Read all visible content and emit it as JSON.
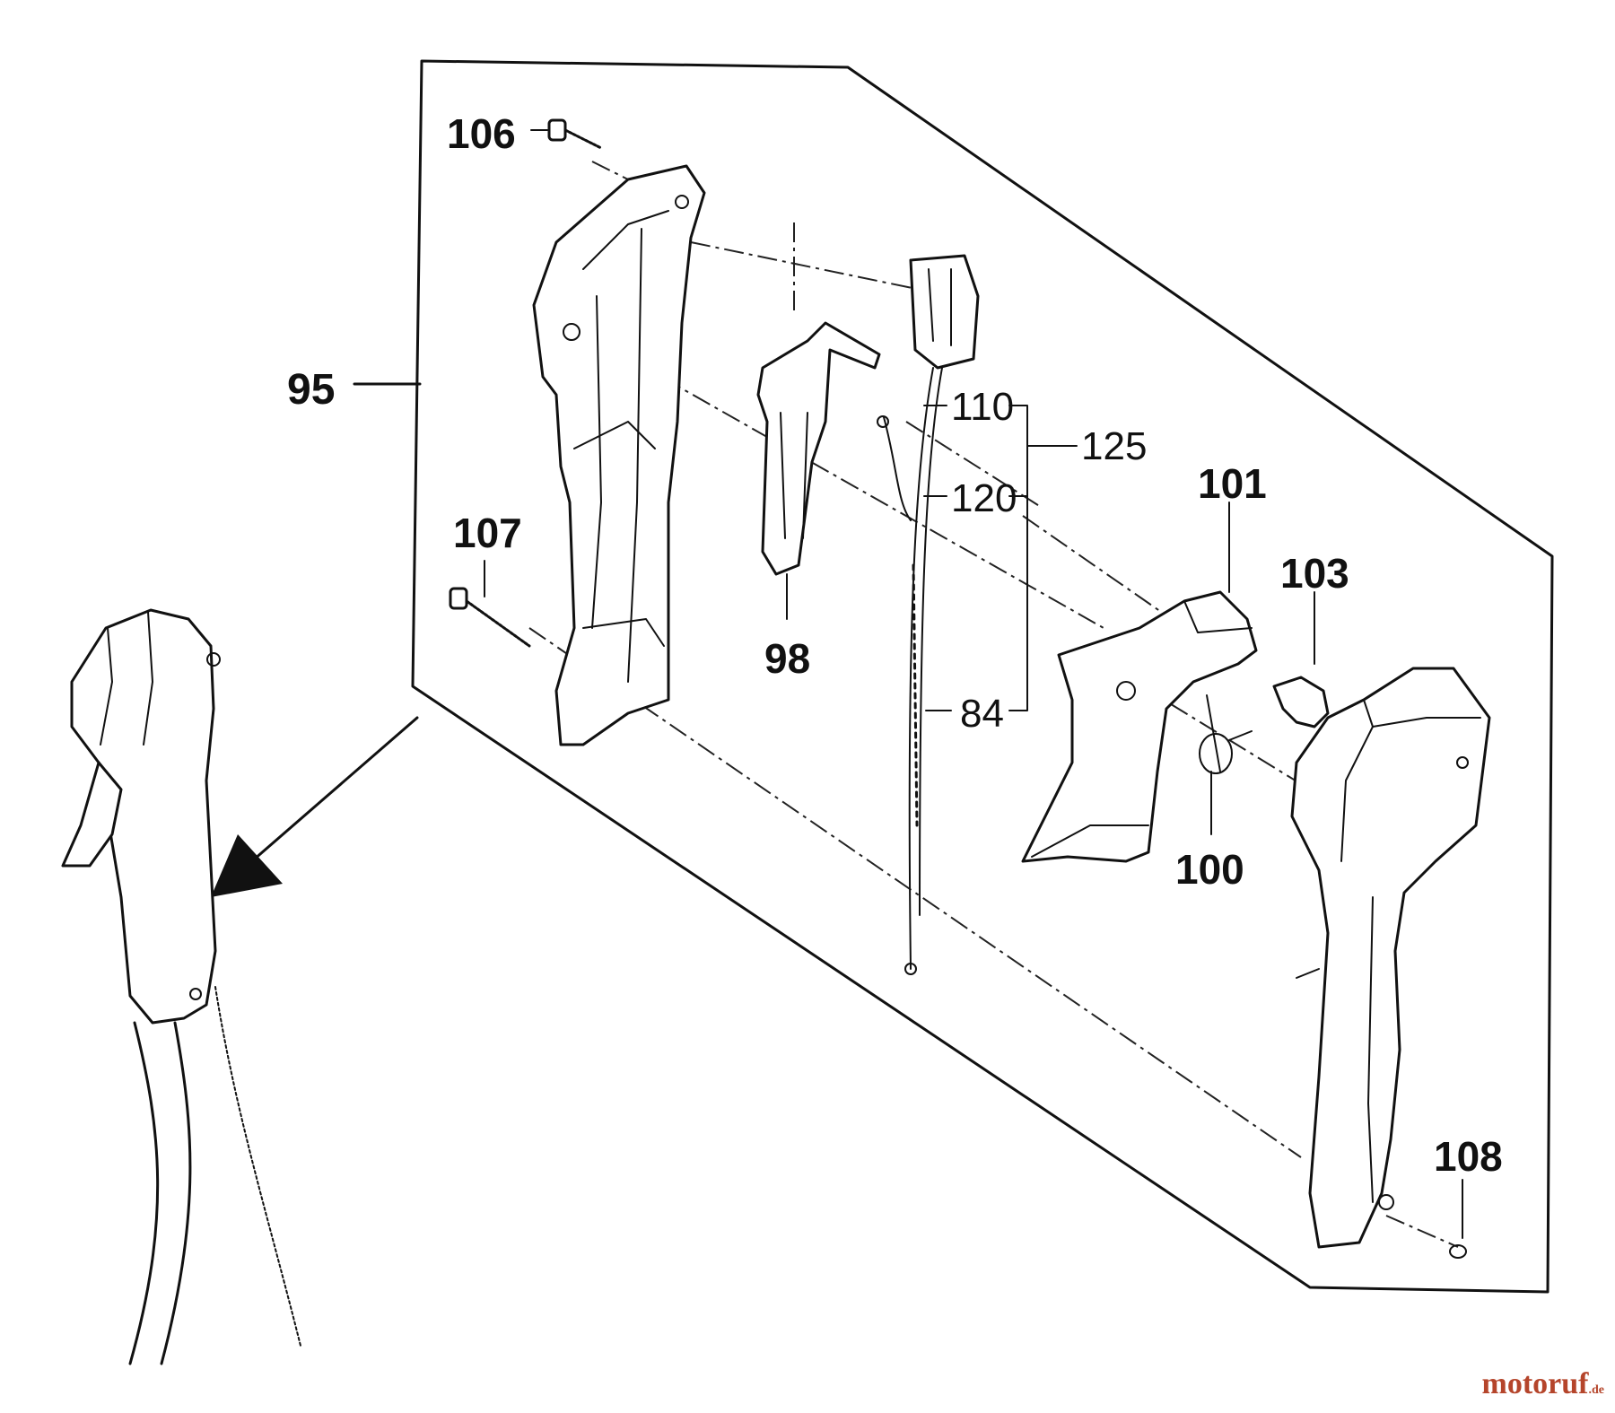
{
  "callouts": {
    "c95": "95",
    "c106": "106",
    "c107": "107",
    "c98": "98",
    "c110": "110",
    "c120": "120",
    "c84": "84",
    "c125": "125",
    "c101": "101",
    "c103": "103",
    "c100": "100",
    "c108": "108"
  },
  "watermark": {
    "text": "motoruf",
    "suffix": ".de",
    "color": "#b5452b"
  },
  "colors": {
    "ink": "#111111",
    "background": "#ffffff"
  }
}
